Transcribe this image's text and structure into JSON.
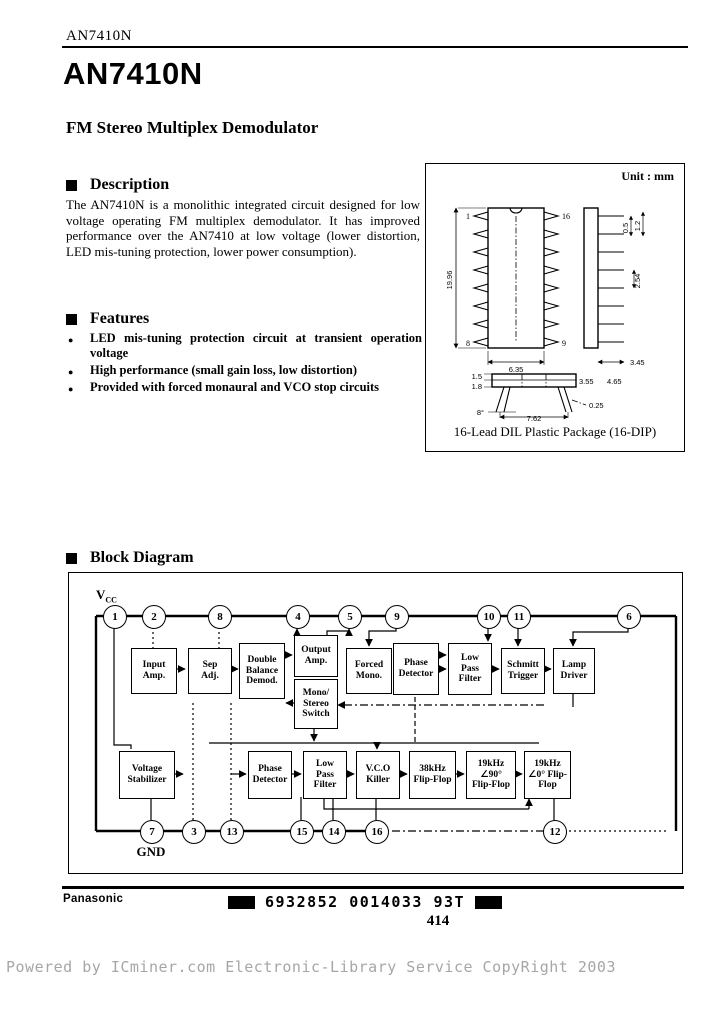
{
  "page": {
    "doc_number": "AN7410N",
    "title": "AN7410N",
    "subtitle": "FM Stereo Multiplex Demodulator"
  },
  "description": {
    "heading": "Description",
    "body": "The AN7410N is a monolithic integrated circuit designed for low voltage operating FM multiplex demodulator.  It has improved performance over the AN7410 at low voltage (lower distortion, LED mis-tuning protection, lower power consumption)."
  },
  "features": {
    "heading": "Features",
    "items": [
      "LED mis-tuning protection circuit at transient operation voltage",
      "High performance (small gain loss, low distortion)",
      "Provided with forced monaural and VCO stop circuits"
    ]
  },
  "package_drawing": {
    "unit_label": "Unit : mm",
    "caption": "16-Lead DIL Plastic Package (16-DIP)",
    "pin_numbers": {
      "top_left": "1",
      "top_right": "16",
      "bottom_left": "8",
      "bottom_right": "9"
    },
    "dimensions": {
      "body_height": "19.96",
      "body_width": "6.35",
      "lead_pitch": "2.54",
      "lead_thickness": "0.5",
      "lead_shoulder": "1.2",
      "lead_length": "3.45",
      "seating": "3.55",
      "standoff": "4.65",
      "body_top": "1.5",
      "body_bottom": "1.8",
      "lead_angle": "8°",
      "row_spacing": "7.62",
      "lead_tip": "0.25"
    }
  },
  "block_diagram": {
    "heading": "Block Diagram",
    "vcc_main": "V",
    "vcc_sub": "CC",
    "gnd_label": "GND",
    "top_pins": [
      "1",
      "2",
      "8",
      "4",
      "5",
      "9",
      "10",
      "11",
      "6"
    ],
    "bottom_pins": [
      "7",
      "3",
      "13",
      "15",
      "14",
      "16",
      "12"
    ],
    "blocks": [
      "Input\nAmp.",
      "Sep\nAdj.",
      "Double\nBalance\nDemod.",
      "Output\nAmp.",
      "Mono/\nStereo\nSwitch",
      "Forced\nMono.",
      "Phase\nDetector",
      "Low\nPass\nFilter",
      "Schmitt\nTrigger",
      "Lamp\nDriver",
      "Voltage\nStabilizer",
      "Phase\nDetector",
      "Low\nPass\nFilter",
      "V.C.O\nKiller",
      "38kHz\nFlip-Flop",
      "19kHz\n∠90°\nFlip-Flop",
      "19kHz\n∠0° Flip-\nFlop"
    ]
  },
  "footer": {
    "brand": "Panasonic",
    "barcode_text": "6932852 0014033 93T",
    "page_number": "414"
  },
  "watermark": "Powered by ICminer.com Electronic-Library Service CopyRight 2003"
}
